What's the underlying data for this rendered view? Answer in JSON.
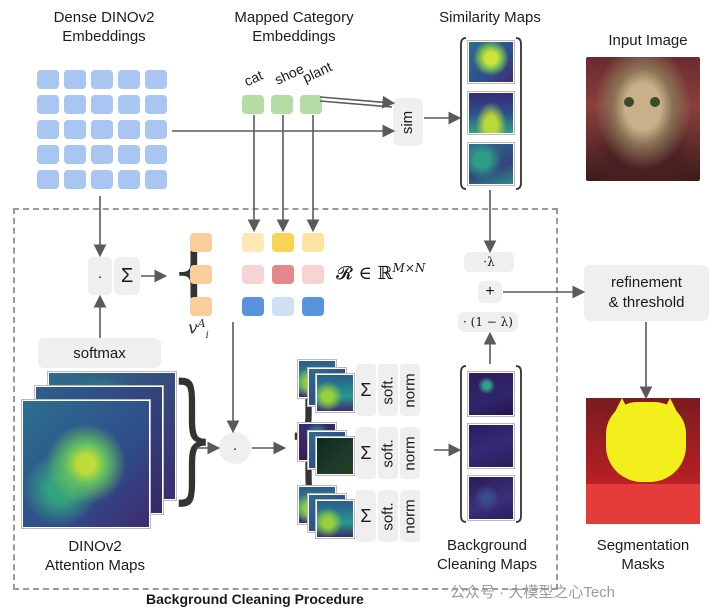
{
  "labels": {
    "dense_embeddings": "Dense DINOv2\nEmbeddings",
    "mapped_category": "Mapped Category\nEmbeddings",
    "similarity_maps": "Similarity Maps",
    "input_image": "Input Image",
    "attention_maps": "DINOv2\nAttention Maps",
    "background_cleaning_maps": "Background\nCleaning Maps",
    "segmentation_masks": "Segmentation\nMasks",
    "procedure_title": "Background Cleaning Procedure",
    "watermark": "公众号 · 大模型之心Tech"
  },
  "categories": [
    "cat",
    "shoe",
    "plant"
  ],
  "ops": {
    "sim": "sim",
    "softmax": "softmax",
    "dot": "·",
    "sum": "Σ",
    "plus": "+",
    "lambda": "·λ",
    "one_minus_lambda": "· (1 − λ)",
    "refinement": "refinement\n& threshold",
    "soft": "soft.",
    "norm": "norm",
    "R_formula": "𝓡 ∈ ℝ",
    "R_exp": "M×N",
    "v_label": "v",
    "v_sup": "A",
    "v_sub": "i"
  },
  "colors": {
    "embedding_cell": "#a9c5f2",
    "category_cell": "#b5dca4",
    "matrix_row1": [
      "#fbcd9c",
      "#fde8b6",
      "#f8d455",
      "#fde4a3"
    ],
    "matrix_row2": [
      "#fbcd9c",
      "#f6d4d4",
      "#e3888c",
      "#f6d4d4"
    ],
    "matrix_row3": [
      "#fbcd9c",
      "#5a93dd",
      "#cfe0f5",
      "#5a93dd"
    ],
    "dashed_border": "#9a9a9a",
    "arrow": "#5a5a5a",
    "mask_overlay": "#f2ef1d"
  }
}
